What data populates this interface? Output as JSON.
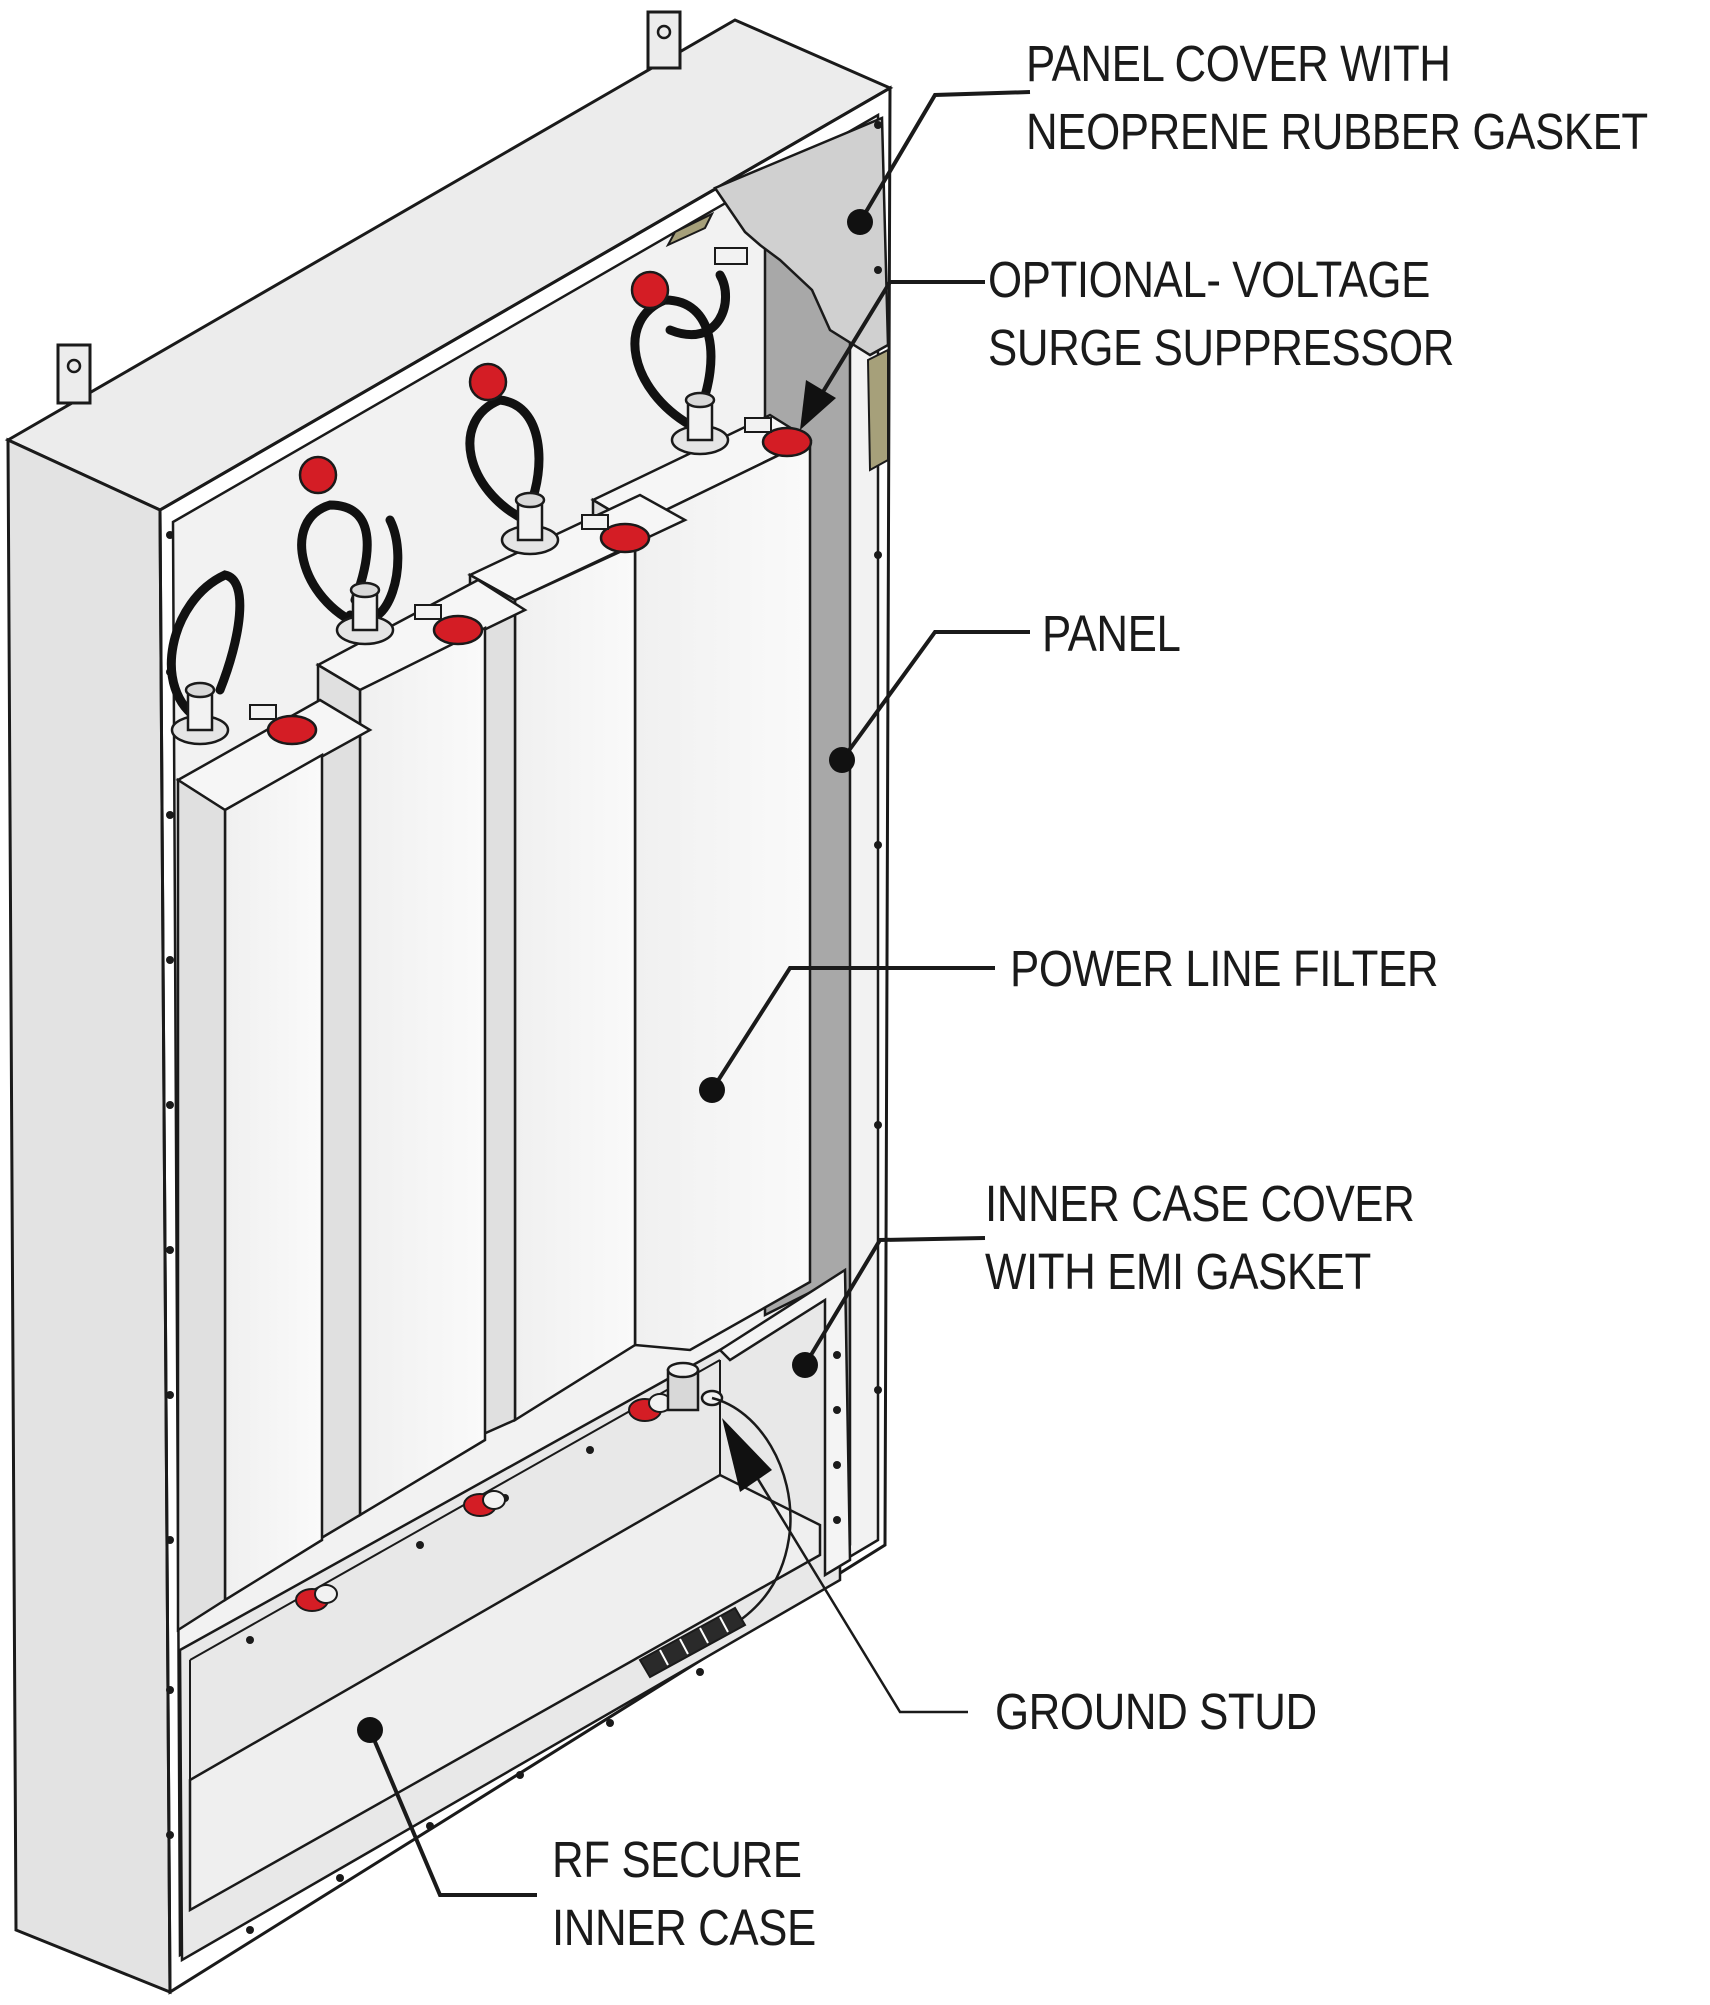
{
  "diagram": {
    "callouts": [
      {
        "id": "panel-cover",
        "lines": [
          "PANEL COVER WITH",
          "NEOPRENE RUBBER GASKET"
        ]
      },
      {
        "id": "surge-suppressor",
        "lines": [
          "OPTIONAL- VOLTAGE",
          "SURGE SUPPRESSOR"
        ]
      },
      {
        "id": "panel",
        "lines": [
          "PANEL"
        ]
      },
      {
        "id": "power-line-filter",
        "lines": [
          "POWER LINE FILTER"
        ]
      },
      {
        "id": "inner-case-cover",
        "lines": [
          "INNER CASE COVER",
          "WITH EMI GASKET"
        ]
      },
      {
        "id": "ground-stud",
        "lines": [
          "GROUND STUD"
        ]
      },
      {
        "id": "inner-case",
        "lines": [
          "RF SECURE",
          "INNER CASE"
        ]
      }
    ],
    "colors": {
      "ink": "#1a1a1a",
      "enclosure": "#ededed",
      "enclosure_side": "#dcdcdc",
      "filter_body": "#f7f7f7",
      "filter_shadow": "#e2e2e2",
      "panel_cover": "#a9a9a9",
      "inner_case": "#e6e6e6",
      "terminal_red": "#d41d25",
      "gasket_olive": "#a6a07a"
    }
  }
}
